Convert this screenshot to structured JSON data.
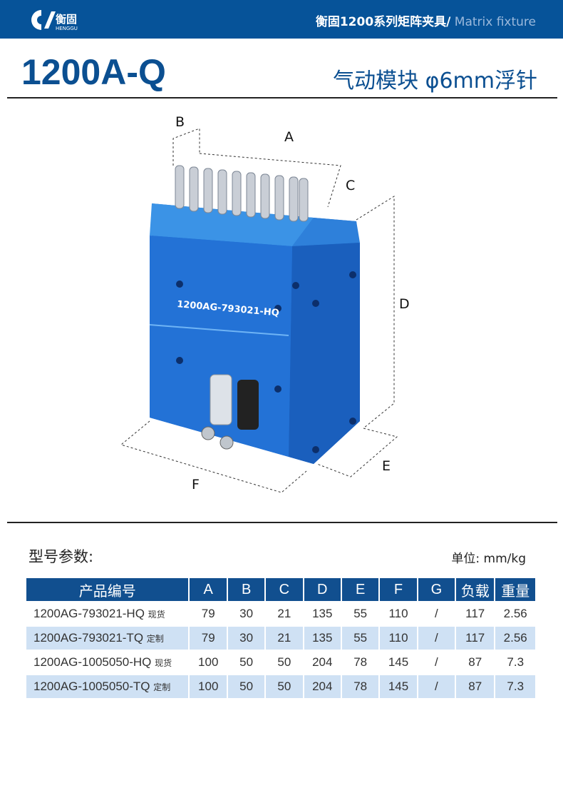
{
  "header": {
    "logo_text": "衡固",
    "logo_sub": "HENGGU",
    "series_cn": "衡固1200系列矩阵夹具/",
    "series_en": " Matrix fixture"
  },
  "title": {
    "model": "1200A-Q",
    "subtitle": "气动模块 φ6mm浮针"
  },
  "figure": {
    "labels": {
      "A": "A",
      "B": "B",
      "C": "C",
      "D": "D",
      "E": "E",
      "F": "F"
    },
    "engraving": "1200AG-793021-HQ"
  },
  "specs": {
    "heading": "型号参数:",
    "unit": "单位: mm/kg",
    "columns": [
      "产品编号",
      "A",
      "B",
      "C",
      "D",
      "E",
      "F",
      "G",
      "负载",
      "重量"
    ],
    "rows": [
      {
        "model": "1200AG-793021-HQ",
        "tag": "现货",
        "A": "79",
        "B": "30",
        "C": "21",
        "D": "135",
        "E": "55",
        "F": "110",
        "G": "/",
        "load": "117",
        "weight": "2.56"
      },
      {
        "model": "1200AG-793021-TQ",
        "tag": "定制",
        "A": "79",
        "B": "30",
        "C": "21",
        "D": "135",
        "E": "55",
        "F": "110",
        "G": "/",
        "load": "117",
        "weight": "2.56"
      },
      {
        "model": "1200AG-1005050-HQ",
        "tag": "现货",
        "A": "100",
        "B": "50",
        "C": "50",
        "D": "204",
        "E": "78",
        "F": "145",
        "G": "/",
        "load": "87",
        "weight": "7.3"
      },
      {
        "model": "1200AG-1005050-TQ",
        "tag": "定制",
        "A": "100",
        "B": "50",
        "C": "50",
        "D": "204",
        "E": "78",
        "F": "145",
        "G": "/",
        "load": "87",
        "weight": "7.3"
      }
    ]
  }
}
